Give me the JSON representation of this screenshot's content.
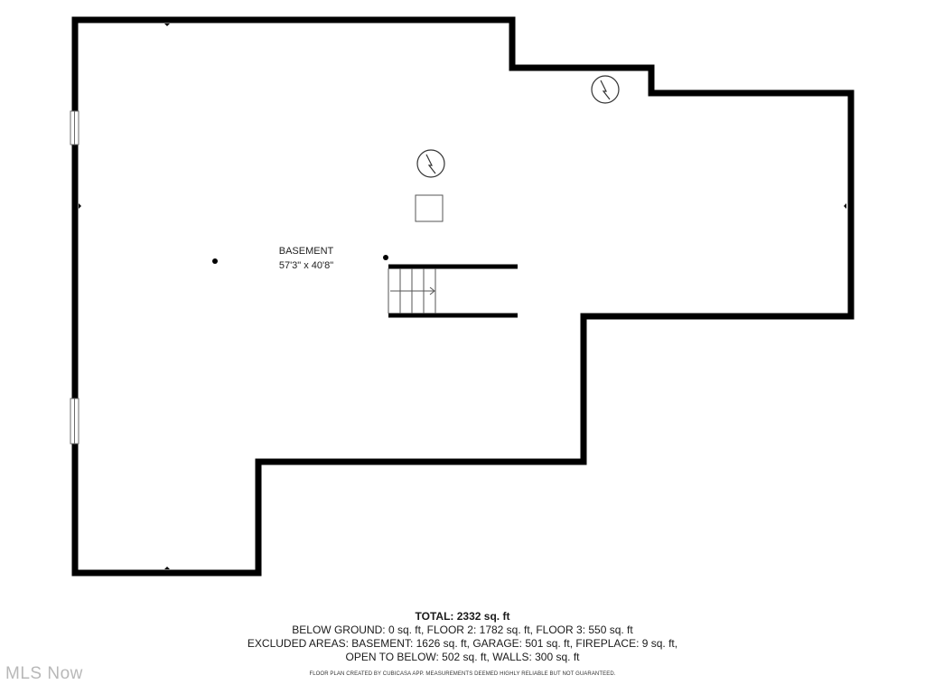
{
  "room": {
    "name": "BASEMENT",
    "dimensions": "57'3\" x 40'8\""
  },
  "summary": {
    "total": "TOTAL: 2332 sq. ft",
    "line1": "BELOW GROUND: 0 sq. ft, FLOOR 2: 1782 sq. ft, FLOOR 3: 550 sq. ft",
    "line2": "EXCLUDED AREAS: BASEMENT: 1626 sq. ft, GARAGE: 501 sq. ft, FIREPLACE: 9 sq. ft,",
    "line3": "OPEN TO BELOW: 502 sq. ft, WALLS: 300 sq. ft"
  },
  "disclaimer": "FLOOR PLAN CREATED BY CUBICASA APP. MEASUREMENTS DEEMED HIGHLY RELIABLE BUT NOT GUARANTEED.",
  "watermark": "MLS Now",
  "icons": [
    "water-heater-icon",
    "furnace-icon",
    "stairs-arrow-icon"
  ],
  "colors": {
    "wall": "#000000",
    "watermark": "#b8b8b8"
  }
}
